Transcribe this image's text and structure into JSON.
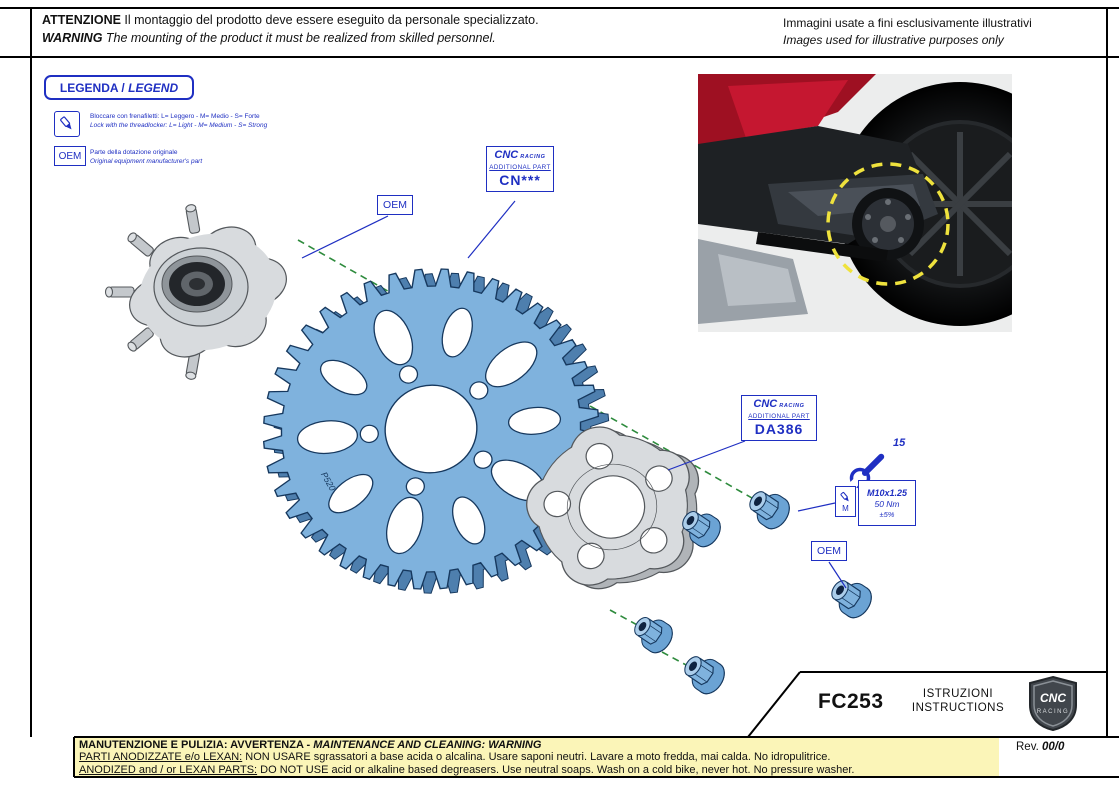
{
  "header": {
    "warn_label_it": "ATTENZIONE",
    "warn_text_it": "Il montaggio del prodotto deve essere eseguito da personale specializzato.",
    "warn_label_en": "WARNING",
    "warn_text_en": "The mounting of the product it must be realized from skilled personnel.",
    "illustrative_it": "Immagini usate a fini esclusivamente illustrativi",
    "illustrative_en": "Images used for illustrative purposes only"
  },
  "legend": {
    "title_it": "LEGENDA /",
    "title_en": "LEGEND",
    "threadlocker_it": "Bloccare con frenafiletti: L= Leggero - M= Medio - S= Forte",
    "threadlocker_en": "Lock with the threadlocker: L= Light - M= Medium - S= Strong",
    "oem_label": "OEM",
    "oem_it": "Parte della dotazione originale",
    "oem_en": "Original equipment manufacturer's part"
  },
  "diagram": {
    "brand_cnc": "CNC",
    "brand_racing": "RACING",
    "additional_part": "ADDITIONAL PART",
    "sprocket_code": "CN***",
    "carrier_code": "DA386",
    "oem_hub": "OEM",
    "oem_nut": "OEM",
    "wrench_size": "15",
    "thread_spec": "M10x1.25",
    "torque": "50 Nm",
    "tolerance": "±5%",
    "threadlocker_strength": "M",
    "sprocket_marking": "P520"
  },
  "footer": {
    "code": "FC253",
    "instructions_it": "ISTRUZIONI",
    "instructions_en": "INSTRUCTIONS",
    "rev_label": "Rev.",
    "rev_value": "00/0",
    "logo_top": "CNC",
    "logo_bottom": "RACING"
  },
  "maintenance": {
    "title_it": "MANUTENZIONE E PULIZIA: AVVERTENZA - ",
    "title_en": "MAINTENANCE AND CLEANING: WARNING",
    "anodized_label_it": "PARTI ANODIZZATE e/o LEXAN:",
    "anodized_text_it": " NON USARE sgrassatori a base acida o alcalina. Usare saponi neutri. Lavare a moto fredda, mai calda. No idropulitrice.",
    "anodized_label_en": "ANODIZED and / or LEXAN PARTS:",
    "anodized_text_en": " DO NOT USE acid or alkaline based degreasers. Use neutral soaps. Wash on a cold bike, never hot. No pressure washer."
  },
  "colors": {
    "blue": "#1f2fc2",
    "sprocket_fill": "#7fb2dd",
    "sprocket_dark": "#4e7fae",
    "sprocket_stroke": "#16385e",
    "gray_fill": "#d8dbde",
    "gray_dark": "#b0b4b8",
    "gray_stroke": "#54585c",
    "green_dash": "#2e8b3d",
    "yellow_bg": "#fbf5b8"
  }
}
